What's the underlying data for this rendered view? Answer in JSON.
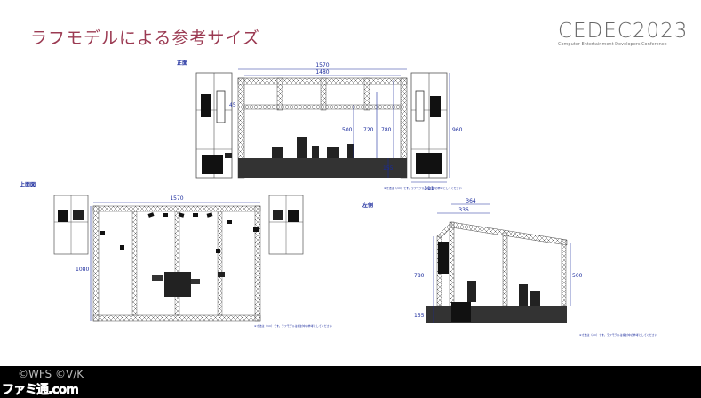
{
  "slide": {
    "title": "ラフモデルによる参考サイズ",
    "logo_main": "CEDEC2023",
    "logo_sub": "Computer Entertainment Developers Conference"
  },
  "views": {
    "front": {
      "label": "正面",
      "dims": {
        "w_outer": "1570",
        "w_inner": "1480",
        "h_side": "45",
        "h_500": "500",
        "h_720": "720",
        "h_780": "780",
        "h_960": "960",
        "h_155": "155",
        "w_311": "311"
      },
      "note": "※寸法は（cm）です。ラフモデルは検討中の参考としてください"
    },
    "top": {
      "label": "上面図",
      "dims": {
        "w": "1570",
        "d": "1080"
      },
      "note": "※寸法は（cm）です。ラフモデルは検討中の参考としてください"
    },
    "left": {
      "label": "左側",
      "dims": {
        "w_364": "364",
        "w_336": "336",
        "h_780": "780",
        "h_500": "500",
        "h_155": "155"
      },
      "note": "※寸法は（cm）です。ラフモデルは検討中の参考としてください"
    }
  },
  "footer": {
    "copyright": "©WFS ©V/K",
    "watermark": "ファミ通.com"
  },
  "colors": {
    "title": "#9b3a52",
    "dim": "#1a2a9c",
    "truss": "#555555"
  }
}
